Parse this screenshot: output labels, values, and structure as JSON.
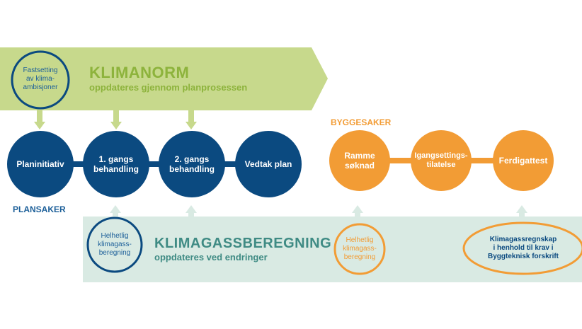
{
  "colors": {
    "green_band": "#c7d98c",
    "green_text": "#8db33c",
    "blue": "#0b4a80",
    "blue_text": "#1c5f99",
    "teal_band": "#d9eae3",
    "teal_text": "#3f8b84",
    "orange": "#f29c35"
  },
  "klimanorm": {
    "title": "KLIMANORM",
    "subtitle": "oppdateres gjennom planprosessen",
    "circle_text": "Fastsetting\nav klima-\nambisjoner"
  },
  "plansaker": {
    "label": "PLANSAKER",
    "steps": [
      "Planinitiativ",
      "1. gangs\nbehandling",
      "2. gangs\nbehandling",
      "Vedtak plan"
    ]
  },
  "byggesaker": {
    "label": "BYGGESAKER",
    "steps": [
      "Ramme\nsøknad",
      "Igangsettings-\ntilatelse",
      "Ferdigattest"
    ]
  },
  "klimagass": {
    "title": "KLIMAGASSBEREGNING",
    "subtitle": "oppdateres ved endringer",
    "circle_blue": "Helhetlig\nklimagass-\nberegning",
    "circle_orange": "Helhetlig\nklimagass-\nberegning",
    "oval_orange": "Klimagassregnskap\ni henhold til krav i\nByggteknisk forskrift"
  }
}
